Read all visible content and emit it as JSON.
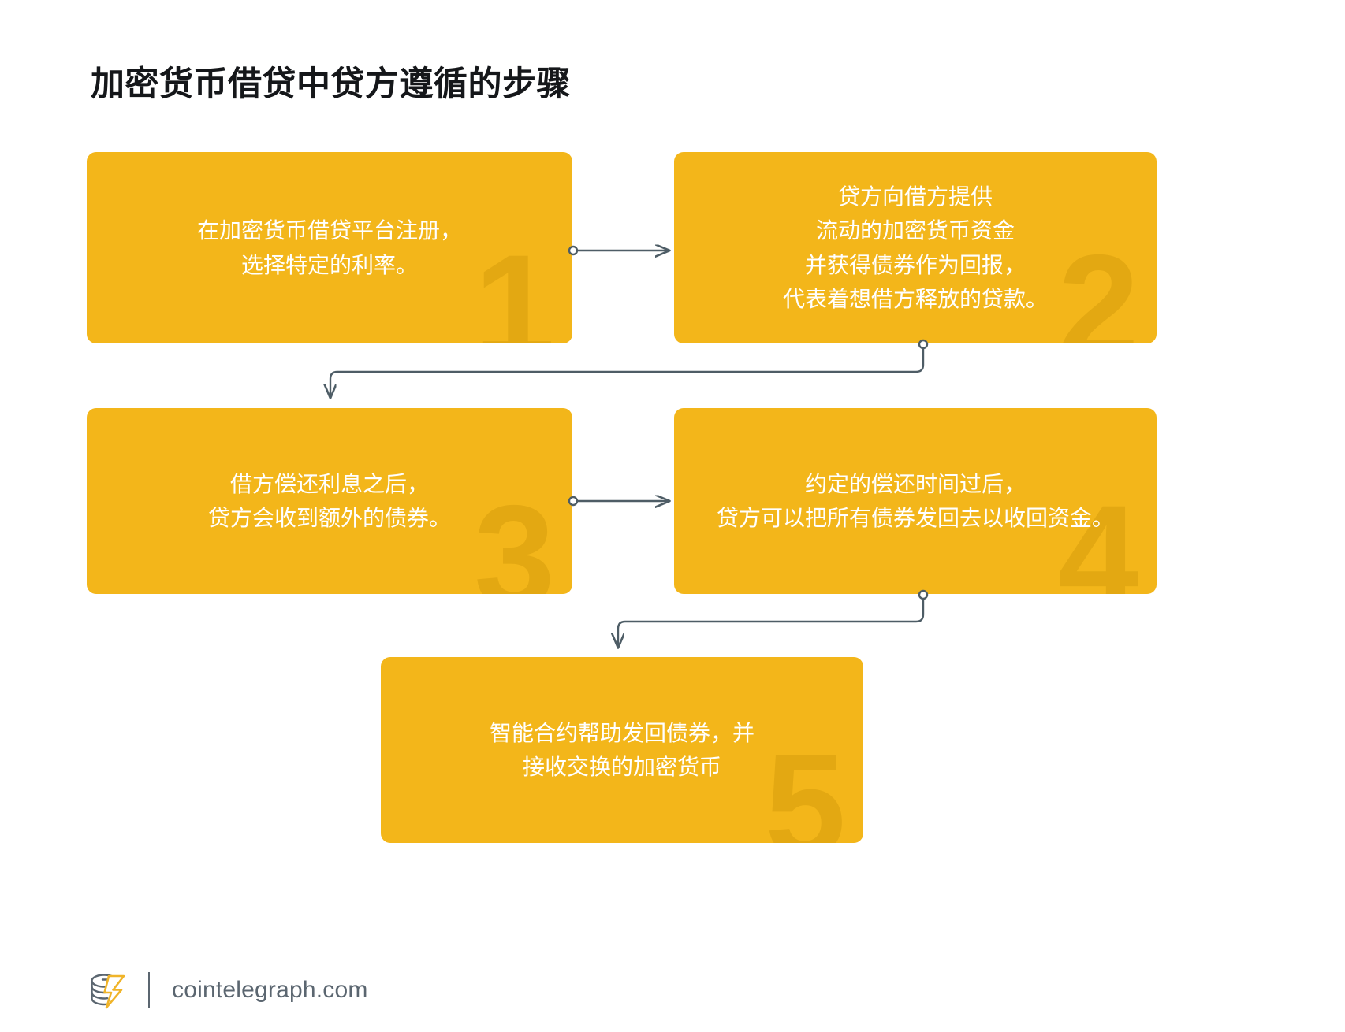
{
  "page": {
    "title": "加密货币借贷中贷方遵循的步骤",
    "background_color": "#ffffff",
    "accent_color": "#F3B61A",
    "connector_color": "#4e5d66",
    "text_color": "#ffffff"
  },
  "steps": [
    {
      "number": "1",
      "text": "在加密货币借贷平台注册，\n选择特定的利率。"
    },
    {
      "number": "2",
      "text": "贷方向借方提供\n流动的加密货币资金\n并获得债券作为回报，\n代表着想借方释放的贷款。"
    },
    {
      "number": "3",
      "text": "借方偿还利息之后，\n贷方会收到额外的债券。"
    },
    {
      "number": "4",
      "text": "约定的偿还时间过后，\n贷方可以把所有债券发回去以收回资金。"
    },
    {
      "number": "5",
      "text": "智能合约帮助发回债券，并\n接收交换的加密货币"
    }
  ],
  "connectors": [
    {
      "name": "step1-to-step2",
      "from": "1",
      "to": "2"
    },
    {
      "name": "step2-to-step3",
      "from": "2",
      "to": "3"
    },
    {
      "name": "step3-to-step4",
      "from": "3",
      "to": "4"
    },
    {
      "name": "step4-to-step5",
      "from": "4",
      "to": "5"
    }
  ],
  "footer": {
    "logo_icon": "coin-stack-lightning-icon",
    "site": "cointelegraph.com",
    "color": "#5b6670"
  }
}
